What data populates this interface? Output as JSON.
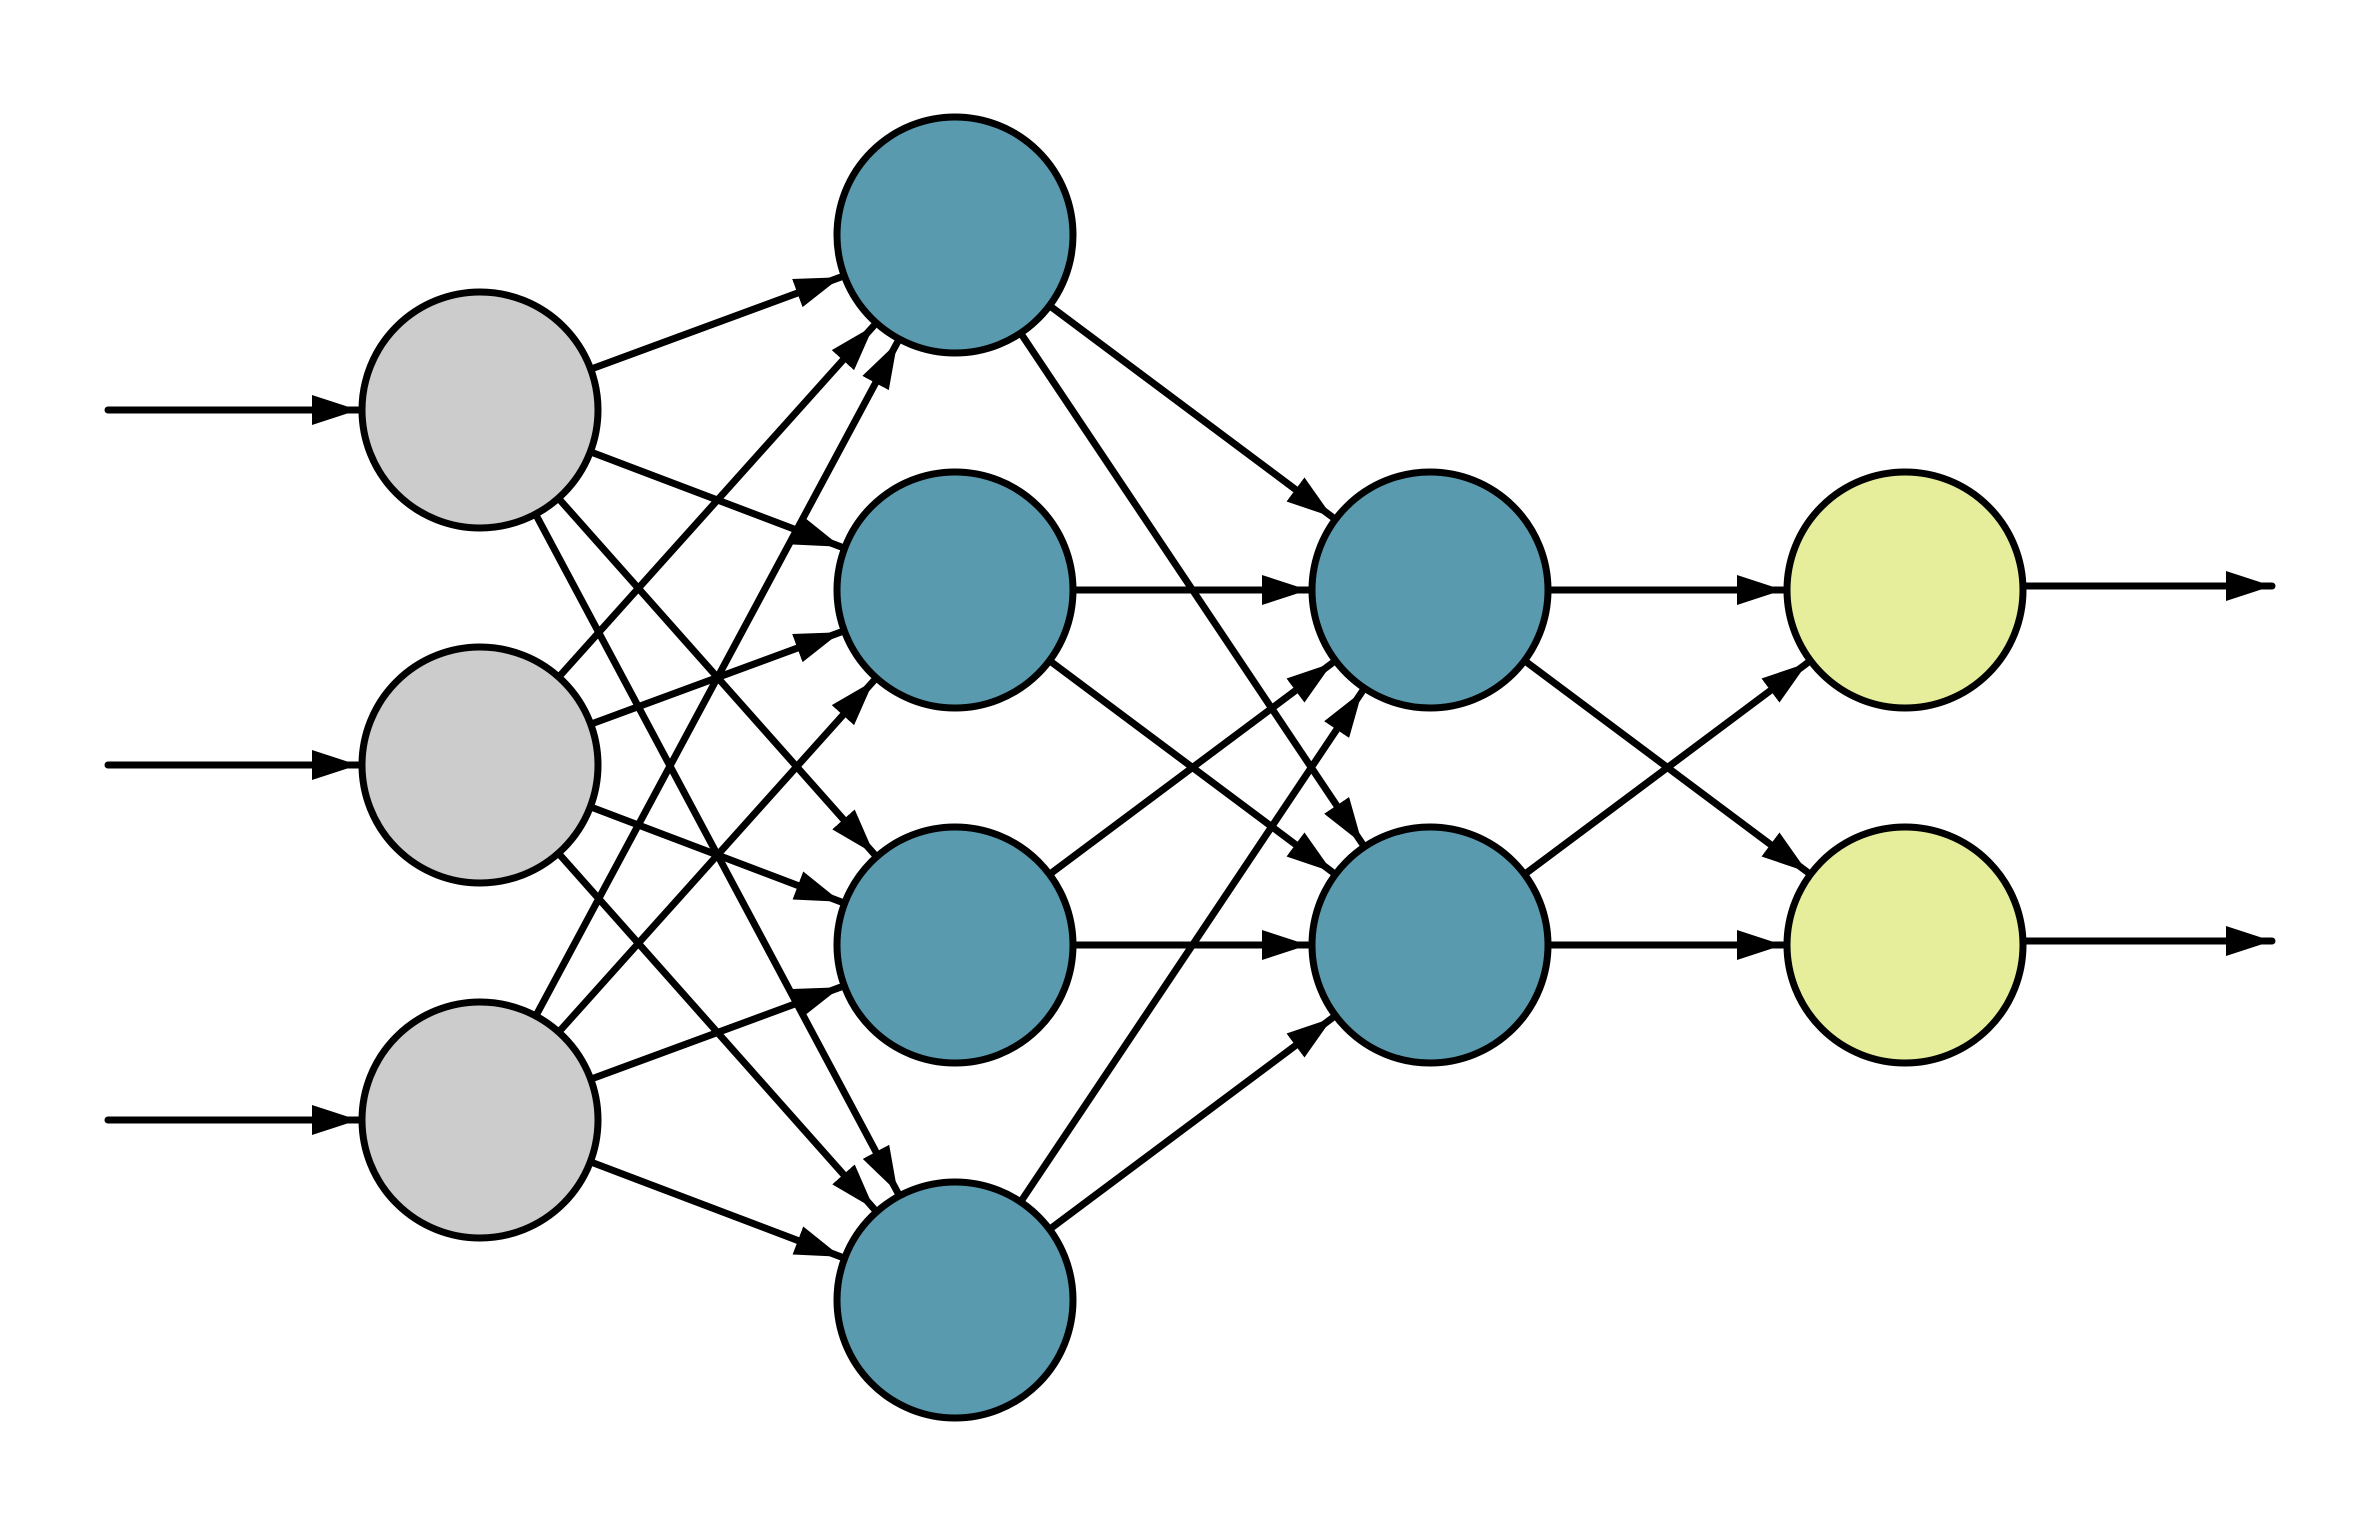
{
  "diagram": {
    "type": "feed-forward-neural-network",
    "colors": {
      "background": "#ffffff",
      "stroke": "#000000",
      "input_fill": "#cccccc",
      "hidden_fill": "#5a9aaf",
      "output_fill": "#e6ed9b"
    },
    "layers": [
      {
        "name": "input",
        "node_count": 3,
        "fill_key": "input_fill",
        "external_inputs": true
      },
      {
        "name": "hidden-1",
        "node_count": 4,
        "fill_key": "hidden_fill"
      },
      {
        "name": "hidden-2",
        "node_count": 2,
        "fill_key": "hidden_fill"
      },
      {
        "name": "output",
        "node_count": 2,
        "fill_key": "output_fill",
        "external_outputs": true
      }
    ],
    "connectivity": "fully-connected"
  }
}
